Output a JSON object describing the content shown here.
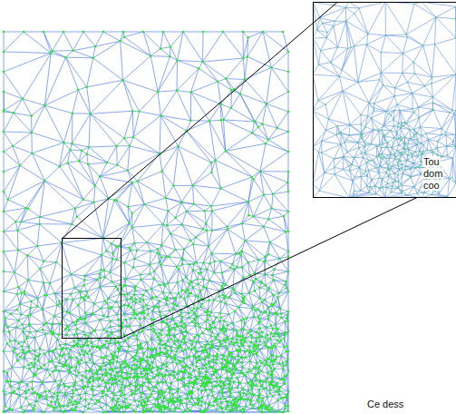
{
  "diagram": {
    "labels": [
      "Tou",
      "dom",
      "coo",
      "Ce dess"
    ]
  }
}
